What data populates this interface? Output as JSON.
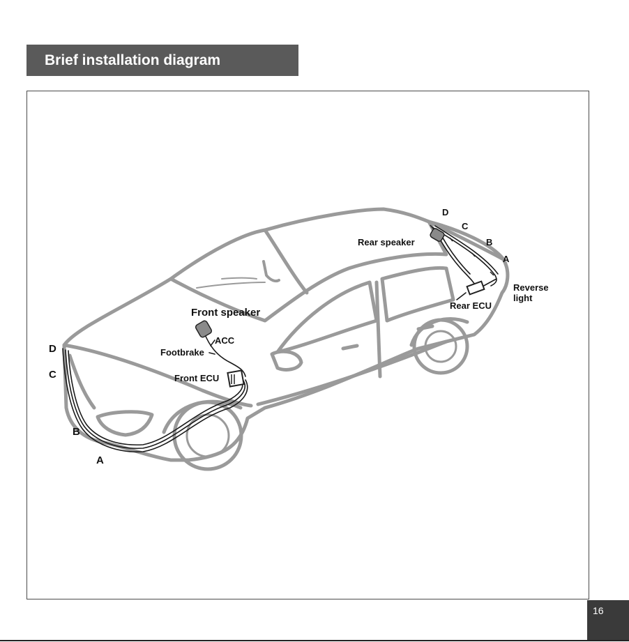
{
  "header": {
    "title": "Brief installation diagram"
  },
  "labels": {
    "front_speaker": "Front  speaker",
    "acc": "ACC",
    "footbrake": "Footbrake",
    "front_ecu": "Front ECU",
    "rear_speaker": "Rear  speaker",
    "rear_ecu": "Rear ECU",
    "reverse_light_line1": "Reverse",
    "reverse_light_line2": "light",
    "front_sensors": [
      "D",
      "C",
      "B",
      "A"
    ],
    "rear_sensors": [
      "D",
      "C",
      "B",
      "A"
    ]
  },
  "footer": {
    "page_number": "16"
  },
  "colors": {
    "header_bg": "#5a5a5a",
    "car_outline": "#9a9a9a",
    "wire": "#1a1a1a"
  }
}
